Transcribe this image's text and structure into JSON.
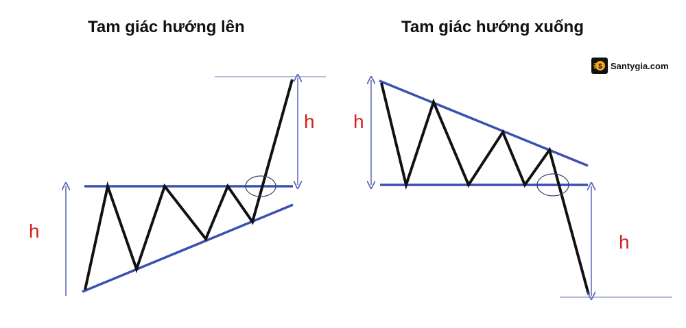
{
  "titles": {
    "left": "Tam giác hướng lên",
    "right": "Tam giác hướng xuống"
  },
  "labels": {
    "h": "h"
  },
  "brand": {
    "text": "Santygia.com",
    "icon": "dollar-coin-icon"
  },
  "colors": {
    "trendline": "#3b4fb0",
    "measure_line": "#5a67b8",
    "price_path": "#111111",
    "label": "#d6201c",
    "circle": "#3a3f6a"
  }
}
